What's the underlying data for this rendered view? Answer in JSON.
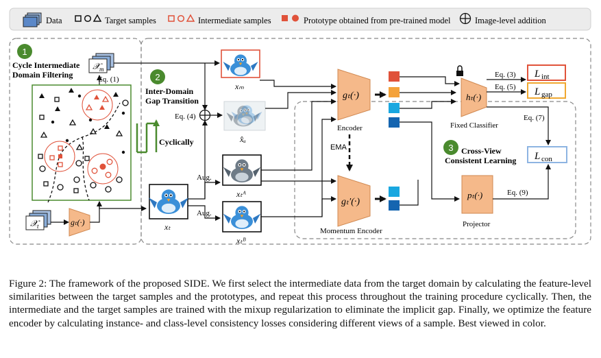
{
  "legend": {
    "data": "Data",
    "target_samples": "Target samples",
    "intermediate_samples": "Intermediate samples",
    "prototype": "Prototype obtained from pre-trained model",
    "image_level_addition": "Image-level addition"
  },
  "stage1": {
    "number": "1",
    "title_line1": "Cycle Intermediate",
    "title_line2": "Domain Filtering",
    "x_m": "𝒳",
    "x_m_sub": "m",
    "x_t": "𝒳",
    "x_t_sub": "t",
    "g_t": "gₜ(·)",
    "eq1": "Eq. (1)",
    "cyclically": "Cyclically"
  },
  "stage2": {
    "number": "2",
    "title_line1": "Inter-Domain",
    "title_line2": "Gap Transition",
    "eq4": "Eq. (4)",
    "label_xm": "xₘ",
    "label_xu": "x̂ᵤ",
    "label_xt": "xₜ",
    "label_xtA": "xₜᴬ",
    "label_xtB": "xₜᴮ",
    "aug1": "Aug.",
    "aug2": "Aug."
  },
  "stage3": {
    "number": "3",
    "title_line1": "Cross-View",
    "title_line2": "Consistent Learning",
    "encoder_fn": "gₜ(·)",
    "encoder_label": "Encoder",
    "momentum_fn": "gₜ′(·)",
    "momentum_label": "Momentum Encoder",
    "ema": "EMA",
    "classifier_fn": "hₜ(·)",
    "classifier_label": "Fixed Classifier",
    "projector_fn": "pₜ(·)",
    "projector_label": "Projector",
    "eq3": "Eq. (3)",
    "eq5": "Eq. (5)",
    "eq7": "Eq. (7)",
    "eq9": "Eq. (9)",
    "loss_int": "L",
    "loss_int_sub": "int",
    "loss_gap": "L",
    "loss_gap_sub": "gap",
    "loss_con": "L",
    "loss_con_sub": "con"
  },
  "caption": "Figure 2: The framework of the proposed SIDE. We first select the intermediate data from the target domain by calculating the feature-level similarities between the target samples and the prototypes, and repeat this process throughout the training procedure cyclically. Then, the intermediate and the target samples are trained with the mixup regularization to eliminate the implicit gap. Finally, we optimize the feature encoder by calculating instance- and class-level consistency losses considering different views of a sample. Best viewed in color.",
  "colors": {
    "red": "#e0523a",
    "orange_block": "#f4a23a",
    "encoder_fill": "#f5b98a",
    "cyan": "#19a7e0",
    "blue": "#1565b0",
    "green": "#4a8a2e",
    "loss_int_border": "#e0523a",
    "loss_gap_border": "#f0a830",
    "loss_con_border": "#8db4e2",
    "bird_blue": "#3a8fd8"
  }
}
